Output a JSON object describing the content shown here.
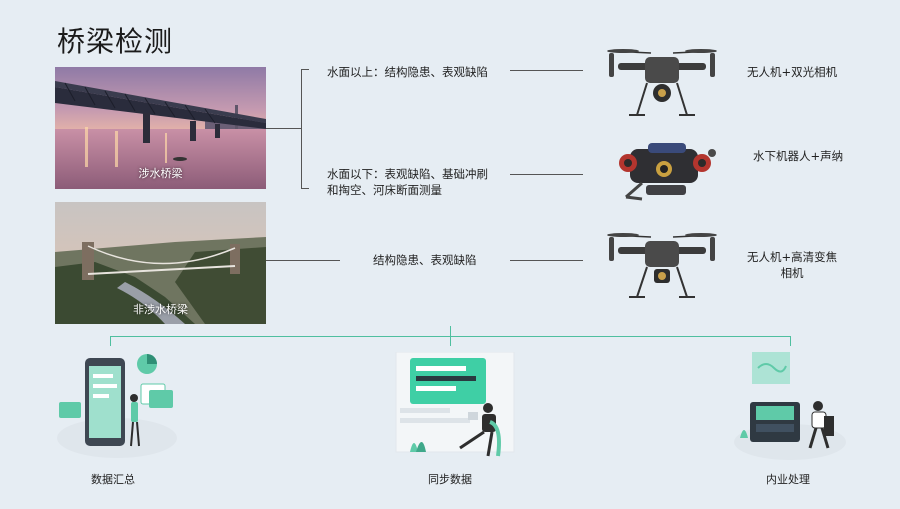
{
  "page": {
    "title": "桥梁检测"
  },
  "bridges": [
    {
      "caption": "涉水桥梁"
    },
    {
      "caption": "非涉水桥梁"
    }
  ],
  "inspections": {
    "above_water": "水面以上：结构隐患、表观缺陷",
    "below_water_line1": "水面以下：表观缺陷、基础冲刷",
    "below_water_line2": "和掏空、河床断面测量",
    "non_water": "结构隐患、表观缺陷"
  },
  "devices": {
    "drone_dual": "无人机+双光相机",
    "underwater_robot": "水下机器人+声纳",
    "drone_zoom_line1": "无人机+高清变焦",
    "drone_zoom_line2": "相机"
  },
  "workflow": [
    {
      "label": "数据汇总",
      "icon": "data-summary-icon"
    },
    {
      "label": "同步数据",
      "icon": "sync-data-icon"
    },
    {
      "label": "内业处理",
      "icon": "office-processing-icon"
    }
  ],
  "colors": {
    "accent": "#4fbf9f",
    "background": "#e6edf3",
    "line": "#555555"
  }
}
